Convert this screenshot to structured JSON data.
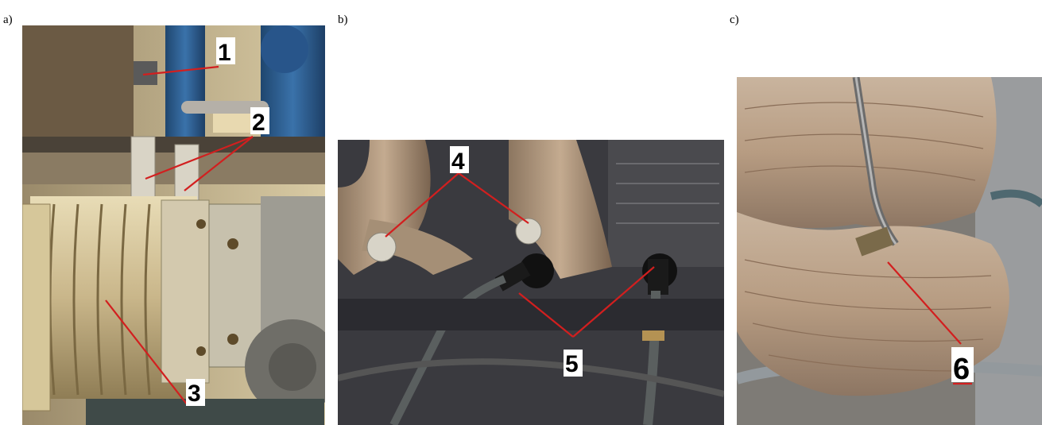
{
  "panels": [
    {
      "label": "a)",
      "callouts": [
        "1",
        "2",
        "3"
      ]
    },
    {
      "label": "b)",
      "callouts": [
        "4",
        "5"
      ]
    },
    {
      "label": "c)",
      "callouts": [
        "6"
      ]
    }
  ],
  "colors": {
    "arrow": "#d21f1f",
    "bellows": "#c9b68a",
    "wrap": "#b79c82",
    "engine_dark": "#2f2f34",
    "pipe_blue": "#2b5c90"
  }
}
